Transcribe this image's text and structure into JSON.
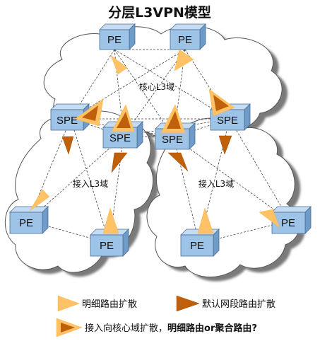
{
  "title": "分层L3VPN模型",
  "regions": {
    "core": "核心L3域",
    "access_left": "接入L3域",
    "access_right": "接入L3域"
  },
  "nodes": {
    "pe_core_left": "PE",
    "pe_core_right": "PE",
    "spe_outer_left": "SPE",
    "spe_inner_left": "SPE",
    "spe_inner_right": "SPE",
    "spe_outer_right": "SPE",
    "pe_access_far_left": "PE",
    "pe_access_mid_left": "PE",
    "pe_access_mid_right": "PE",
    "pe_access_far_right": "PE"
  },
  "legend": {
    "specific_route": "明细路由扩散",
    "default_route": "默认网段路由扩散",
    "question_prefix": "接入向核心域扩散，",
    "question_bold": "明细路由or聚合路由?"
  },
  "colors": {
    "specific_arrow": "#FFC266",
    "default_arrow": "#C0600A",
    "node_fill": "#9DC3E6",
    "node_top": "#C5DCF2",
    "node_side": "#6E9BC7",
    "cloud_shadow": "#7a7a7a"
  }
}
